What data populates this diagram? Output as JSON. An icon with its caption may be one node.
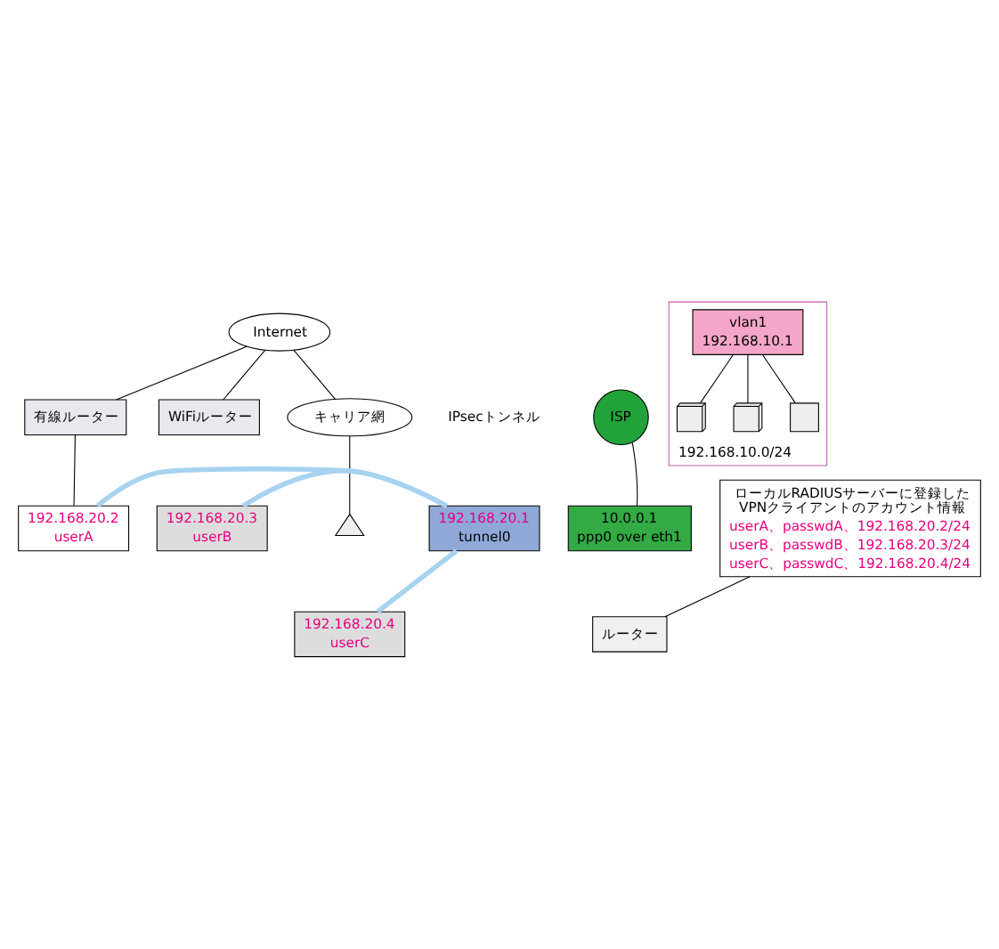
{
  "diagram": {
    "nodes": [
      {
        "text": [
          "Internet"
        ]
      },
      {
        "text": [
          "有線ルーター"
        ]
      },
      {
        "text": [
          "192.168.20.2",
          "userA"
        ]
      },
      {
        "text": [
          "WiFiルーター"
        ]
      },
      {
        "text": [
          "192.168.20.3",
          "userB"
        ]
      },
      {
        "text": [
          "キャリア網"
        ]
      },
      {
        "text": [],
        "shape": "antenna"
      },
      {
        "text": [
          "192.168.20.4",
          "userC"
        ]
      },
      {
        "text": [
          "ISP"
        ]
      },
      {
        "text": [
          "192.168.10.0/24"
        ]
      },
      {
        "text": [
          "ルーター"
        ]
      },
      {
        "text": [
          "192.168.20.1",
          "tunnel0"
        ]
      },
      {
        "text": [
          "10.0.0.1",
          "ppp0 over eth1"
        ]
      },
      {
        "text": [
          "vlan1",
          "192.168.10.1"
        ],
        "in": 9
      },
      {
        "text": [],
        "shape": "server",
        "in": 9
      },
      {
        "text": [],
        "shape": "server",
        "in": 9
      },
      {
        "text": [],
        "shape": "laptop",
        "in": 9
      },
      {
        "text": [
          "ローカルRADIUSサーバーに登録した VPNクライアントのアカウント情報",
          "userA、passwdA、192.168.20.2/24",
          "userB、passwdB、192.168.20.3/24",
          "userC、passwdC、192.168.20.4/24"
        ]
      }
    ],
    "edges": [
      {
        "from": 11,
        "to": 2,
        "arrow": "none",
        "style": "thick",
        "color": "#a6d3ef"
      },
      {
        "from": 11,
        "to": 4,
        "arrow": "none",
        "style": "thick",
        "color": "#a6d3ef"
      },
      {
        "from": 11,
        "to": 7,
        "arrow": "none",
        "style": "thick",
        "color": "#a6d3ef"
      },
      {
        "from": 0,
        "to": 1,
        "arrow": "none"
      },
      {
        "from": 1,
        "to": 2,
        "arrow": "none"
      },
      {
        "from": 0,
        "to": 3,
        "arrow": "none"
      },
      {
        "from": 0,
        "to": 5,
        "arrow": "none"
      },
      {
        "from": 5,
        "to": 6,
        "arrow": "none"
      },
      {
        "from": 12,
        "to": 8,
        "arrow": "none"
      },
      {
        "from": 13,
        "to": 14,
        "arrow": "none"
      },
      {
        "from": 13,
        "to": 15,
        "arrow": "none"
      },
      {
        "from": 13,
        "to": 16,
        "arrow": "none"
      },
      {
        "from": 17,
        "to": 10,
        "arrow": "none"
      }
    ],
    "labels": [
      "IPsecトンネル"
    ]
  }
}
